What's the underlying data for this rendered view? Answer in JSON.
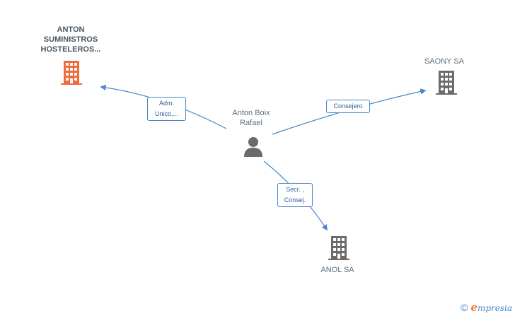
{
  "nodes": {
    "company_main": {
      "lines": [
        "ANTON",
        "SUMINISTROS",
        "HOSTELEROS..."
      ],
      "icon": "building-icon",
      "color": "#f26a3c"
    },
    "saony": {
      "lines": [
        "SAONY SA"
      ],
      "icon": "building-icon",
      "color": "#6b6b6b"
    },
    "person": {
      "lines": [
        "Anton Boix",
        "Rafael"
      ],
      "icon": "person-icon",
      "color": "#6b6b6b"
    },
    "anol": {
      "lines": [
        "ANOL SA"
      ],
      "icon": "building-icon",
      "color": "#6b6b6b"
    }
  },
  "edges": {
    "to_main": {
      "lines": [
        "Adm.",
        "Unico,..."
      ]
    },
    "to_saony": {
      "lines": [
        "Consejero"
      ]
    },
    "to_anol": {
      "lines": [
        "Secr. ,",
        "Consej."
      ]
    }
  },
  "edge_color": "#4a86c8",
  "footer": {
    "copyright": "©",
    "brand_initial": "e",
    "brand_rest": "mpresia"
  }
}
